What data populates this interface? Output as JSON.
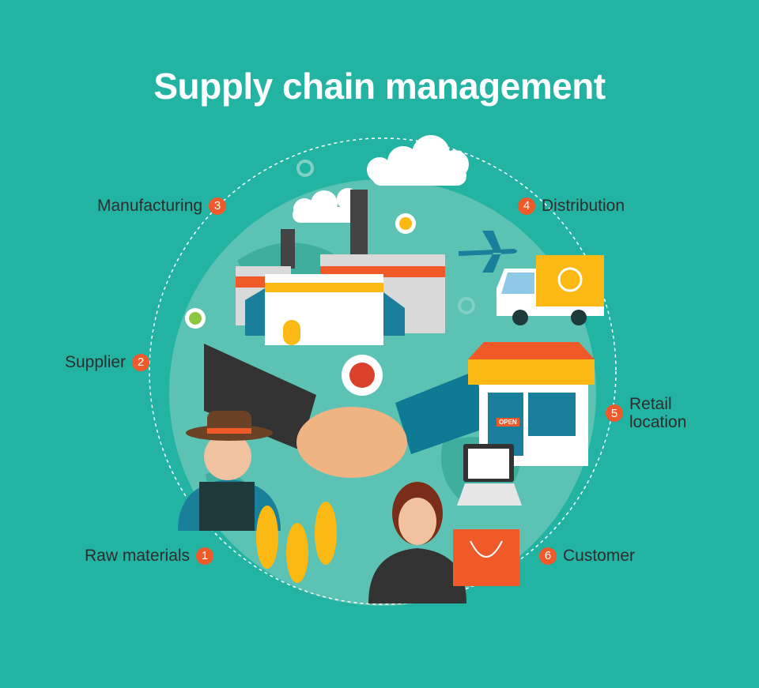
{
  "title": "Supply chain management",
  "steps": [
    {
      "number": "1",
      "label": "Raw materials"
    },
    {
      "number": "2",
      "label": "Supplier"
    },
    {
      "number": "3",
      "label": "Manufacturing"
    },
    {
      "number": "4",
      "label": "Distribution"
    },
    {
      "number": "5",
      "label_line1": "Retail",
      "label_line2": "location"
    },
    {
      "number": "6",
      "label": "Customer"
    }
  ],
  "store_sign": "OPEN",
  "colors": {
    "background": "#23b3a3",
    "globe": "#5cc2b4",
    "badge": "#ee5a2a",
    "accent_yellow": "#fdb913"
  }
}
